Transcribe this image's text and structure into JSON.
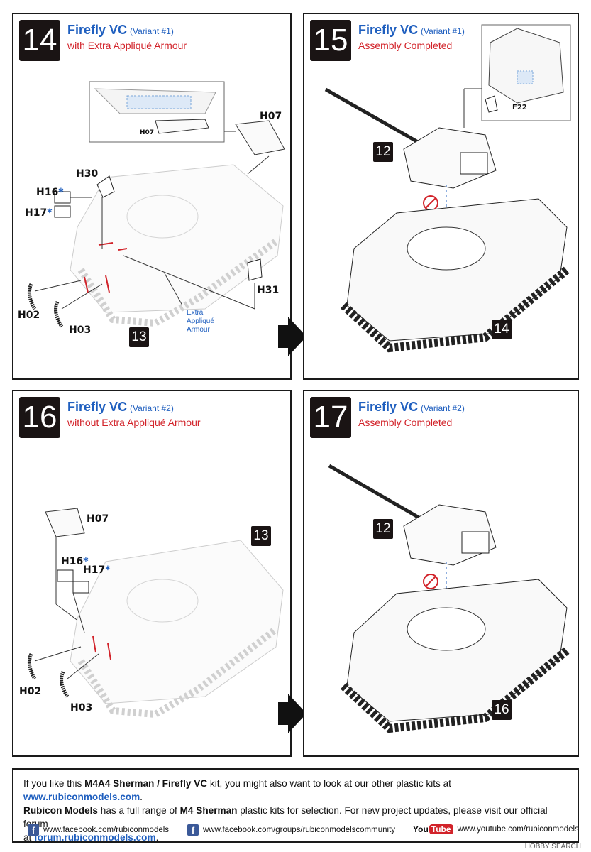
{
  "panels": [
    {
      "step": "14",
      "title": "Firefly VC",
      "variant": "(Variant #1)",
      "subtitle": "with Extra Appliqué Armour",
      "parts": {
        "h07_detail": "H07",
        "h07": "H07",
        "h30": "H30",
        "h16": "H16",
        "h17": "H17",
        "h31": "H31",
        "h02": "H02",
        "h03": "H03"
      },
      "note": [
        "Extra",
        "Appliqué",
        "Armour"
      ],
      "ref_badge": "13"
    },
    {
      "step": "15",
      "title": "Firefly VC",
      "variant": "(Variant #1)",
      "subtitle": "Assembly Completed",
      "parts": {
        "f22": "F22"
      },
      "turret_badge": "12",
      "hull_badge": "14"
    },
    {
      "step": "16",
      "title": "Firefly VC",
      "variant": "(Variant #2)",
      "subtitle": "without Extra Appliqué Armour",
      "parts": {
        "h07": "H07",
        "h16": "H16",
        "h17": "H17",
        "h02": "H02",
        "h03": "H03"
      },
      "ref_badge": "13"
    },
    {
      "step": "17",
      "title": "Firefly VC",
      "variant": "(Variant #2)",
      "subtitle": "Assembly Completed",
      "turret_badge": "12",
      "hull_badge": "16"
    }
  ],
  "star": "*",
  "footer": {
    "line1_a": "If you like this ",
    "line1_kit": "M4A4 Sherman / Firefly VC",
    "line1_b": " kit, you might also want to look at our other plastic kits at ",
    "line1_url": "www.rubiconmodels.com",
    "line1_c": ".",
    "line2_brand": "Rubicon Models",
    "line2_a": " has a full range of ",
    "line2_kit": "M4 Sherman",
    "line2_b": " plastic kits for selection.  For new project updates, please visit our official forum",
    "line3_a": "at ",
    "line3_url": "forum.rubiconmodels.com",
    "line3_b": ".",
    "facebook1": "www.facebook.com/rubiconmodels",
    "facebook2": "www.facebook.com/groups/rubiconmodelscommunity",
    "youtube_you": "You",
    "youtube_tube": "Tube",
    "youtube": "www.youtube.com/rubiconmodels",
    "fb_glyph": "f"
  },
  "watermark": "HOBBY SEARCH",
  "colors": {
    "title_blue": "#1f5fbf",
    "subtitle_red": "#d2232a",
    "badge_bg": "#1a1414",
    "facebook": "#3b5998"
  }
}
